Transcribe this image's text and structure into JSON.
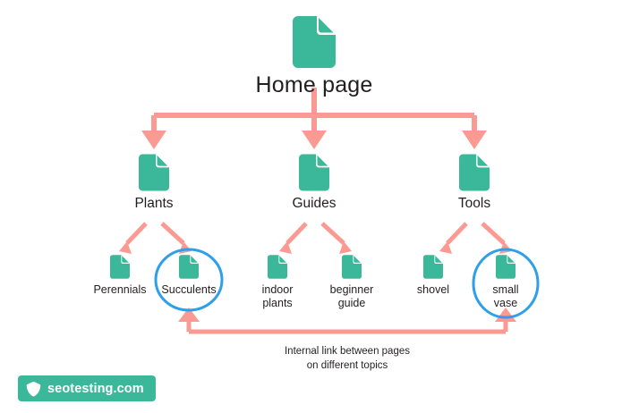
{
  "diagram": {
    "title_node": {
      "label": "Home page",
      "icon": "document-icon"
    },
    "level1": [
      {
        "id": "plants",
        "label": "Plants",
        "icon": "document-icon"
      },
      {
        "id": "guides",
        "label": "Guides",
        "icon": "document-icon"
      },
      {
        "id": "tools",
        "label": "Tools",
        "icon": "document-icon"
      }
    ],
    "level2": [
      {
        "id": "perennials",
        "label": "Perennials",
        "icon": "document-icon",
        "highlighted": false
      },
      {
        "id": "succulents",
        "label": "Succulents",
        "icon": "document-icon",
        "highlighted": true
      },
      {
        "id": "indoor-plants",
        "label": "indoor\nplants",
        "icon": "document-icon",
        "highlighted": false
      },
      {
        "id": "beginner-guide",
        "label": "beginner\nguide",
        "icon": "document-icon",
        "highlighted": false
      },
      {
        "id": "shovel",
        "label": "shovel",
        "icon": "document-icon",
        "highlighted": false
      },
      {
        "id": "small-vase",
        "label": "small\nvase",
        "icon": "document-icon",
        "highlighted": true
      }
    ],
    "connector_caption": "Internal link between pages\non different topics"
  },
  "logo": {
    "text": "seotesting.com",
    "icon": "shield-icon"
  },
  "colors": {
    "document_green": "#3bb79a",
    "arrow_salmon": "#fa9a93",
    "highlight_blue": "#2e9fe8",
    "text_dark": "#231f20",
    "logo_background": "#3bb79a",
    "page_background": "#ffffff"
  }
}
